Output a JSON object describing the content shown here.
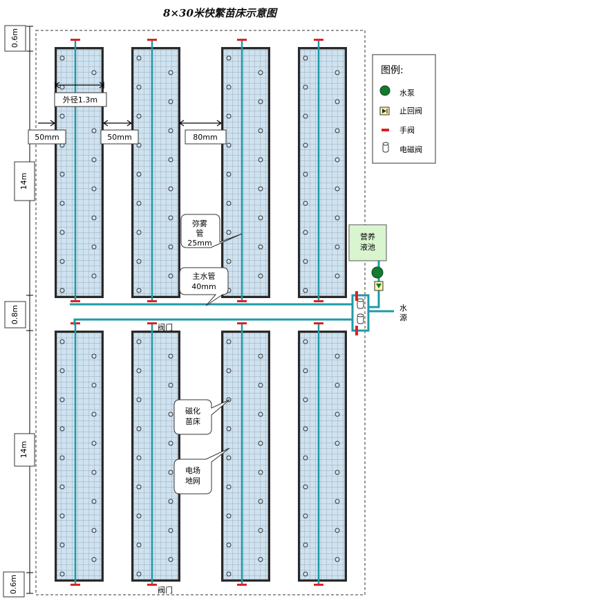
{
  "title": "8×30米快繁苗床示意图",
  "dimensions": {
    "top_margin": "0.6m",
    "bed_length_top": "14m",
    "middle_gap": "0.8m",
    "bed_length_bottom": "14m",
    "bottom_margin": "0.6m",
    "outer_diameter": "外径1.3m",
    "gap_left": "50mm",
    "gap_middle": "50mm",
    "gap_right": "80mm"
  },
  "callouts": {
    "mist_pipe_line1": "弥雾",
    "mist_pipe_line2": "管",
    "mist_pipe_line3": "25mm",
    "main_pipe_line1": "主水管",
    "main_pipe_line2": "40mm",
    "magnetic_bed_line1": "磁化",
    "magnetic_bed_line2": "苗床",
    "electric_net_line1": "电场",
    "electric_net_line2": "地网"
  },
  "labels": {
    "valve_top": "阀门",
    "valve_bottom": "阀门",
    "nutrient_pool_line1": "营养",
    "nutrient_pool_line2": "液池",
    "water_source_line1": "水",
    "water_source_line2": "源"
  },
  "legend": {
    "title": "图例:",
    "items": [
      {
        "icon": "pump-icon",
        "label": "水泵"
      },
      {
        "icon": "check-valve-icon",
        "label": "止回阀"
      },
      {
        "icon": "hand-valve-icon",
        "label": "手阀"
      },
      {
        "icon": "solenoid-valve-icon",
        "label": "电磁阀"
      }
    ]
  },
  "colors": {
    "pipe": "#1e9aa8",
    "bed_fill": "#cfe2ef",
    "bed_border": "#1a1a1a",
    "grid_line": "#8a9aa6",
    "hand_valve": "#e02020",
    "pump": "#137a2e",
    "nutrient_pool": "#d8f5d0"
  }
}
